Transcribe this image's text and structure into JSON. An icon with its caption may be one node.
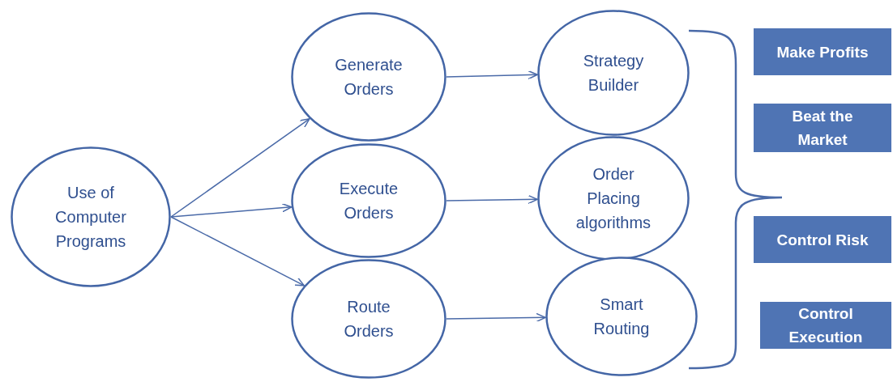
{
  "diagram": {
    "nodes": [
      {
        "text": [
          "Use of Computer Programs"
        ]
      },
      {
        "text": [
          "Generate Orders"
        ]
      },
      {
        "text": [
          "Execute Orders"
        ]
      },
      {
        "text": [
          "Route Orders"
        ]
      },
      {
        "text": [
          "Strategy Builder"
        ]
      },
      {
        "text": [
          "Order Placing algorithms"
        ]
      },
      {
        "text": [
          "Smart Routing"
        ]
      },
      {
        "text": [
          "Make Profits"
        ]
      },
      {
        "text": [
          "Beat the Market"
        ]
      },
      {
        "text": [
          "Control Risk"
        ]
      },
      {
        "text": [
          "Control Execution"
        ]
      }
    ],
    "edges": [
      {
        "from": 0,
        "to": 1,
        "arrow": "to"
      },
      {
        "from": 0,
        "to": 2,
        "arrow": "to"
      },
      {
        "from": 0,
        "to": 3,
        "arrow": "to"
      },
      {
        "from": 1,
        "to": 4,
        "arrow": "to"
      },
      {
        "from": 2,
        "to": 5,
        "arrow": "to"
      },
      {
        "from": 3,
        "to": 6,
        "arrow": "to"
      }
    ]
  }
}
